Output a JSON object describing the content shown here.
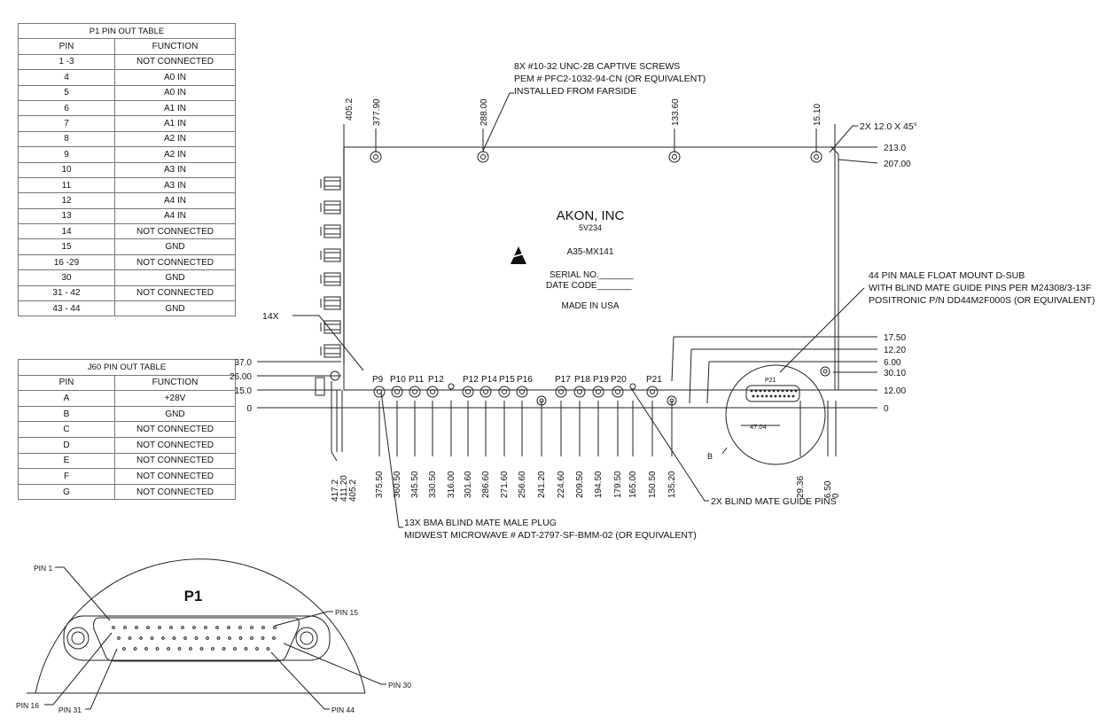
{
  "p1_table": {
    "title": "P1 PIN OUT TABLE",
    "headers": [
      "PIN",
      "FUNCTION"
    ],
    "rows": [
      [
        "1 -3",
        "NOT CONNECTED"
      ],
      [
        "4",
        "A0 IN"
      ],
      [
        "5",
        "A0  IN"
      ],
      [
        "6",
        "A1 IN"
      ],
      [
        "7",
        "A1  IN"
      ],
      [
        "8",
        "A2 IN"
      ],
      [
        "9",
        "A2  IN"
      ],
      [
        "10",
        "A3 IN"
      ],
      [
        "11",
        "A3  IN"
      ],
      [
        "12",
        "A4 IN"
      ],
      [
        "13",
        "A4  IN"
      ],
      [
        "14",
        "NOT CONNECTED"
      ],
      [
        "15",
        "GND"
      ],
      [
        "16 -29",
        "NOT CONNECTED"
      ],
      [
        "30",
        "GND"
      ],
      [
        "31 - 42",
        "NOT CONNECTED"
      ],
      [
        "43 - 44",
        "GND"
      ]
    ]
  },
  "j60_table": {
    "title": "J60 PIN OUT TABLE",
    "headers": [
      "PIN",
      "FUNCTION"
    ],
    "rows": [
      [
        "A",
        "+28V"
      ],
      [
        "B",
        "GND"
      ],
      [
        "C",
        "NOT CONNECTED"
      ],
      [
        "D",
        "NOT CONNECTED"
      ],
      [
        "E",
        "NOT CONNECTED"
      ],
      [
        "F",
        "NOT CONNECTED"
      ],
      [
        "G",
        "NOT CONNECTED"
      ]
    ]
  },
  "label_block": {
    "company": "AKON, INC",
    "code": "5V234",
    "part": "A35-MX141",
    "serial": "SERIAL NO._______",
    "date_code": "DATE CODE_______",
    "origin": "MADE IN USA"
  },
  "notes": {
    "screws": [
      "8X #10-32 UNC-2B CAPTIVE SCREWS",
      "PEM # PFC2-1032-94-CN (OR EQUIVALENT)",
      "INSTALLED FROM FARSIDE"
    ],
    "dsub": [
      "44 PIN MALE FLOAT MOUNT D-SUB",
      "WITH BLIND MATE GUIDE PINS PER M24308/3-13F",
      "POSITRONIC P/N DD44M2F000S (OR EQUIVALENT)"
    ],
    "bma": [
      "13X BMA BLIND MATE MALE PLUG",
      "MIDWEST MICROWAVE # ADT-2797-SF-BMM-02 (OR EQUIVALENT)"
    ],
    "guide_pins": "2X BLIND MATE GUIDE PINS",
    "chamfer": "2X  12.0 X 45°",
    "count_14x": "14X",
    "detail_b": "B",
    "detail_p21": "P21",
    "dim_47": "47.04"
  },
  "top_dims": [
    "377.90",
    "288.00",
    "133.60",
    "15.10"
  ],
  "dim_405_top": "405.2",
  "right_dims": [
    "213.0",
    "207.00",
    "17.50",
    "12.20",
    "6.00",
    "30.10",
    "12.00",
    "0"
  ],
  "left_dims": [
    "37.0",
    "26.00",
    "15.0",
    "0"
  ],
  "port_labels": [
    "P9",
    "P10",
    "P11",
    "P12",
    "P12",
    "P14",
    "P15",
    "P16",
    "P17",
    "P18",
    "P19",
    "P20",
    "P21"
  ],
  "bottom_dims": [
    "417.2",
    "411.20",
    "405.2",
    "375.50",
    "360.50",
    "345.50",
    "330.50",
    "316.00",
    "301.60",
    "286.60",
    "271.60",
    "256.60",
    "241.20",
    "224.60",
    "209.50",
    "194.50",
    "179.50",
    "165.00",
    "150.50",
    "135.20",
    "29.36",
    "6.50",
    "0"
  ],
  "p1_detail": {
    "title": "P1",
    "pin_labels": [
      "PIN 1",
      "PIN 15",
      "PIN 30",
      "PIN 16",
      "PIN 31",
      "PIN 44"
    ]
  }
}
